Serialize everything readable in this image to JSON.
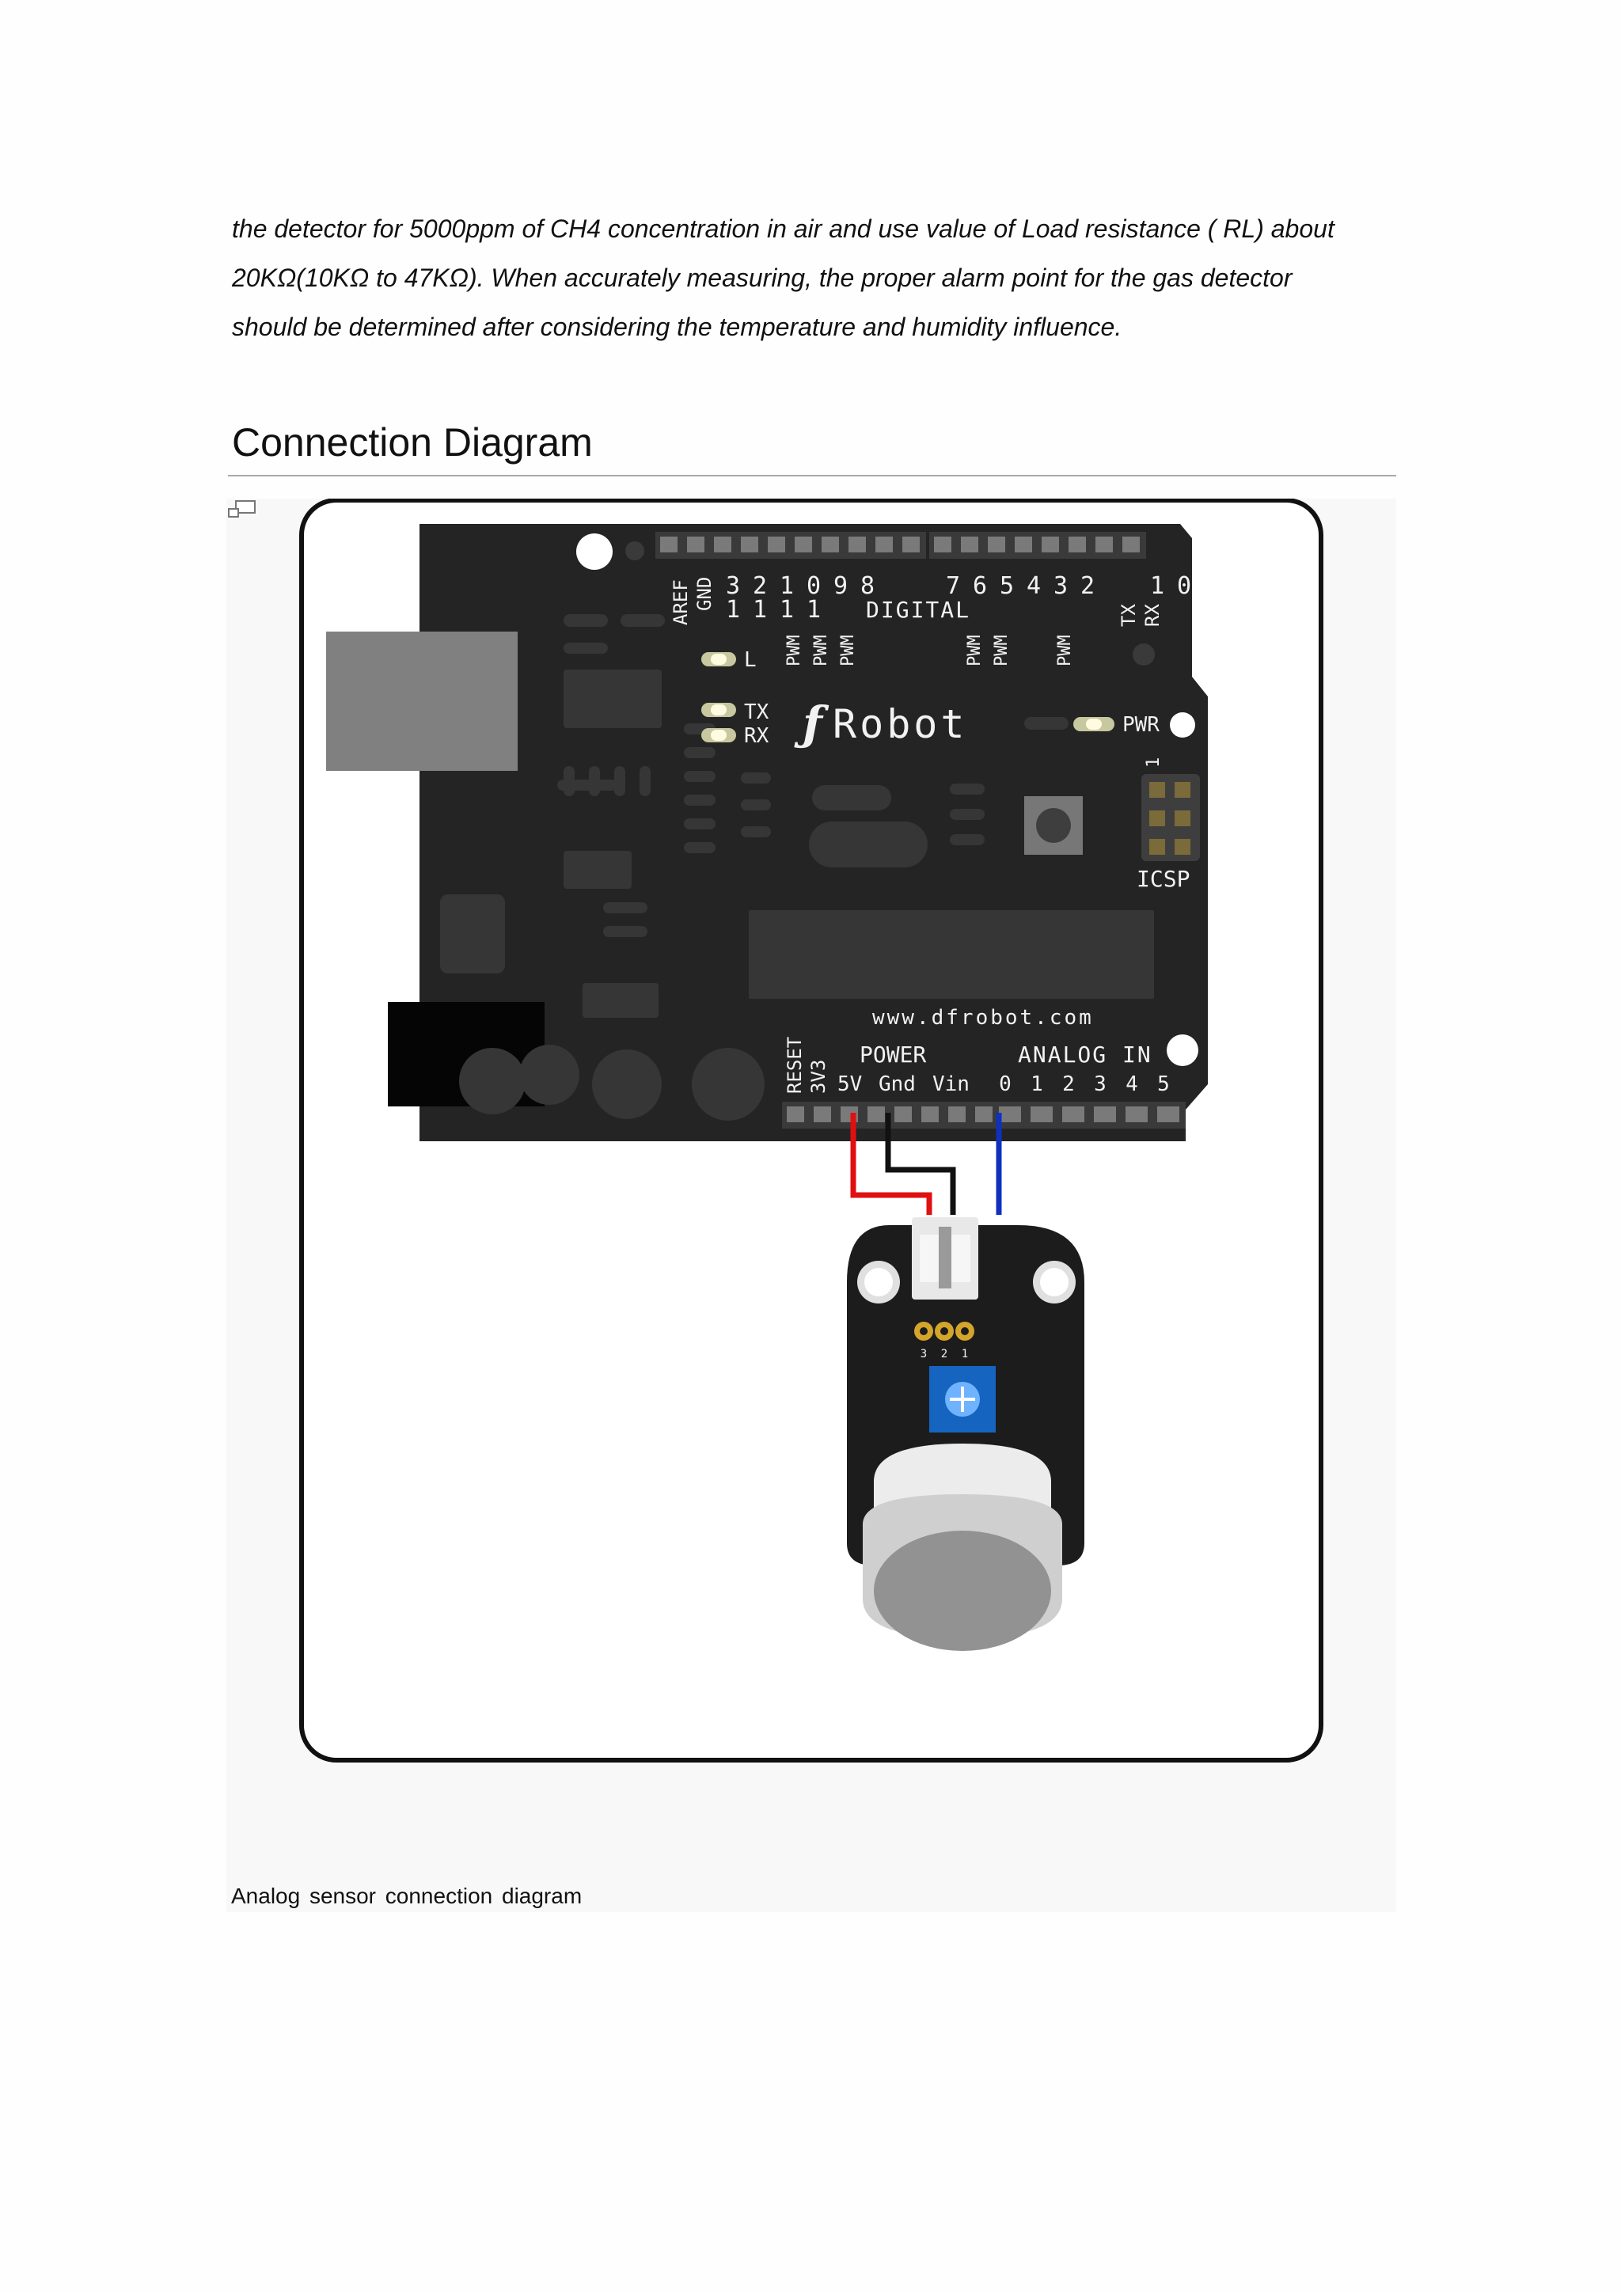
{
  "paragraph": {
    "lines": [
      "the detector for 5000ppm of CH4 concentration in air and use value of Load resistance ( RL) about",
      "20KΩ(10KΩ to 47KΩ). When accurately measuring, the proper alarm point for the gas detector",
      "should be determined after considering the temperature and humidity influence."
    ]
  },
  "section": {
    "title": "Connection Diagram"
  },
  "figure": {
    "caption": "Analog sensor connection diagram",
    "board": {
      "brand": "Robot",
      "url": "www.dfrobot.com",
      "top_header_left": [
        "AREF",
        "GND"
      ],
      "top_digits_left": [
        "3",
        "2",
        "1",
        "0",
        "9",
        "8"
      ],
      "top_digits_left_prefix": [
        "1",
        "1",
        "1",
        "1"
      ],
      "top_digits_right": [
        "7",
        "6",
        "5",
        "4",
        "3",
        "2",
        "1",
        "0"
      ],
      "digital_label": "DIGITAL",
      "pwm_label": "PWM",
      "txrx_top": [
        "TX",
        "RX"
      ],
      "led_l": "L",
      "led_tx": "TX",
      "led_rx": "RX",
      "pwr_label": "PWR",
      "icsp_label": "ICSP",
      "icsp_pin1": "1",
      "reset_label": "RESET",
      "v33_label": "3V3",
      "power_label": "POWER",
      "power_pins": [
        "5V",
        "Gnd",
        "Vin"
      ],
      "analog_label": "ANALOG IN",
      "analog_pins": [
        "0",
        "1",
        "2",
        "3",
        "4",
        "5"
      ]
    },
    "sensor": {
      "pin_labels": [
        "3",
        "2",
        "1"
      ]
    },
    "colors": {
      "wire_vcc": "#e01010",
      "wire_gnd": "#111111",
      "wire_signal": "#1030c0",
      "board": "#242424",
      "pot": "#1565c0"
    }
  }
}
